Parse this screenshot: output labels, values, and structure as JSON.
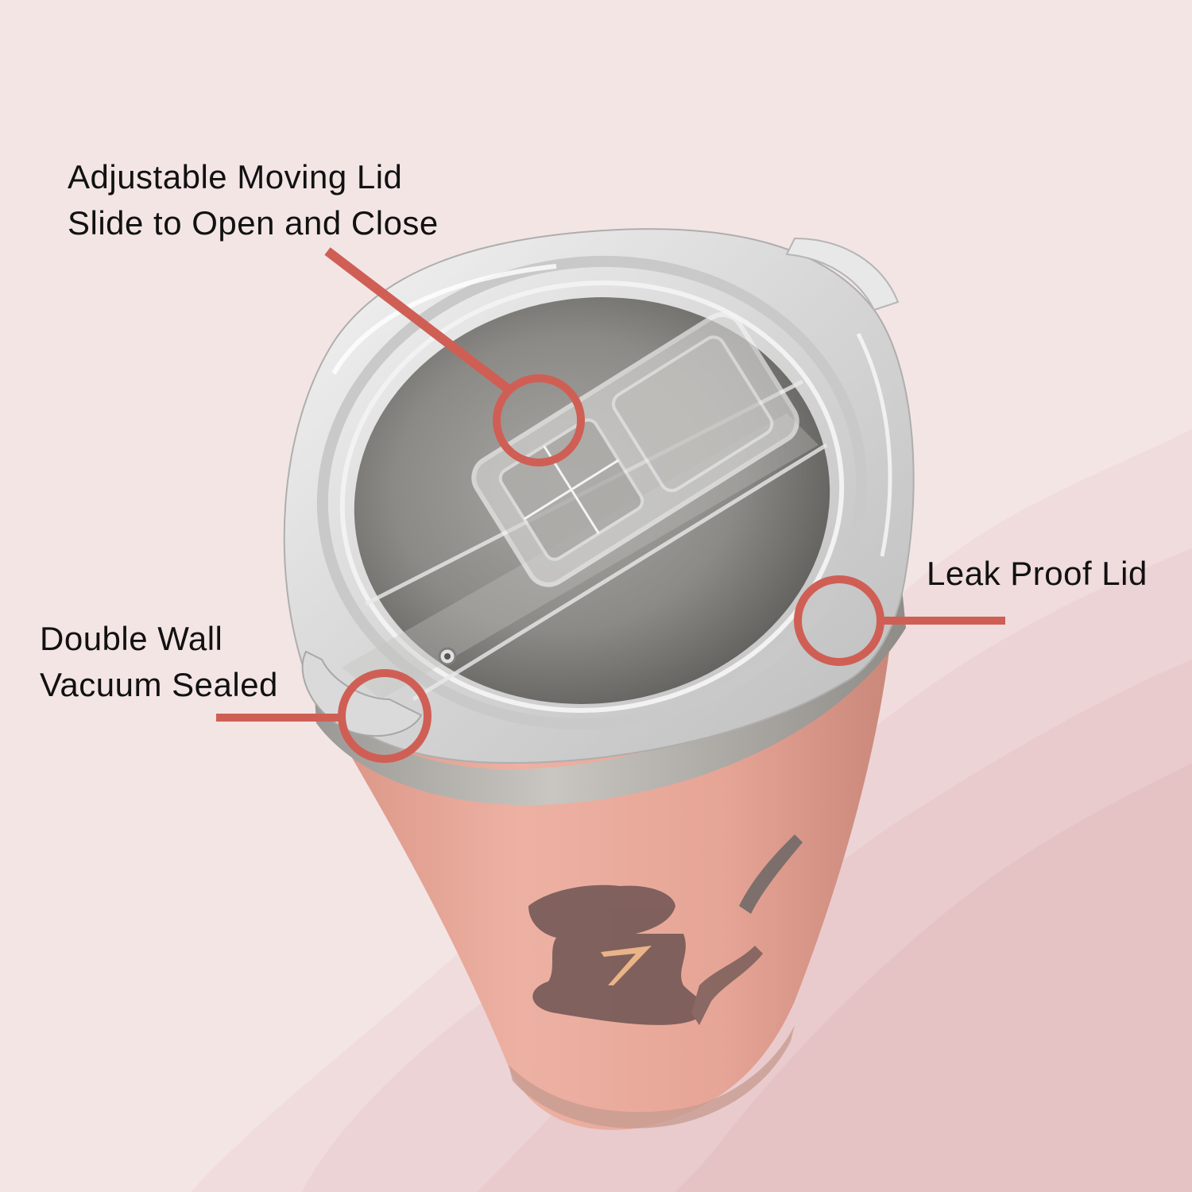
{
  "infographic": {
    "subject": "Tumbler with slide lid",
    "colors": {
      "background_light": "#F3E4E4",
      "wave_1": "#EFD9DA",
      "wave_2": "#EBD0D2",
      "wave_3": "#E6C4C6",
      "accent": "#CF5F55",
      "tumbler_body": "#E7A89A",
      "text": "#111111"
    },
    "callouts": [
      {
        "id": "adjustable-lid",
        "lines": [
          "Adjustable Moving Lid",
          "Slide to Open and Close"
        ]
      },
      {
        "id": "double-wall",
        "lines": [
          "Double Wall",
          "Vacuum Sealed"
        ]
      },
      {
        "id": "leak-proof",
        "lines": [
          "Leak Proof Lid"
        ]
      }
    ]
  }
}
